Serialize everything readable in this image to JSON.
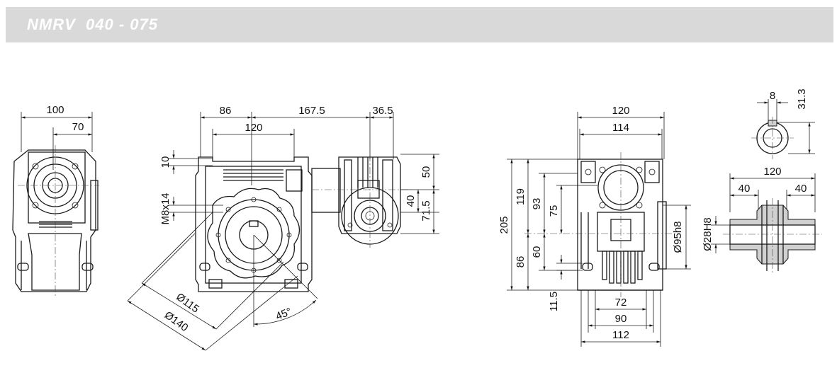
{
  "header": {
    "title": "NMRV  040 - 075"
  },
  "colors": {
    "banner": "#d9d9d9",
    "banner_text": "#ffffff",
    "lines": "#1a1a1a"
  },
  "side_view": {
    "dim_total": "100",
    "dim_partial": "70"
  },
  "front_view": {
    "dim_86": "86",
    "dim_167_5": "167.5",
    "dim_36_5": "36.5",
    "dim_120": "120",
    "dim_10": "10",
    "dim_m8x14": "M8x14",
    "dim_50": "50",
    "dim_40": "40",
    "dim_71_5": "71.5",
    "dim_d115": "Ø115",
    "dim_d140": "Ø140",
    "dim_45": "45°"
  },
  "flange_view": {
    "dim_120": "120",
    "dim_114": "114",
    "dim_205": "205",
    "dim_119": "119",
    "dim_93": "93",
    "dim_75": "75",
    "dim_60": "60",
    "dim_86": "86",
    "dim_11_5": "11.5",
    "dim_d95h8": "Ø95h8",
    "dim_72": "72",
    "dim_90": "90",
    "dim_112": "112"
  },
  "shaft_view": {
    "dim_8": "8",
    "dim_31_3": "31.3",
    "dim_120": "120",
    "dim_40_left": "40",
    "dim_40_right": "40",
    "dim_d28h8": "Ø28H8"
  }
}
